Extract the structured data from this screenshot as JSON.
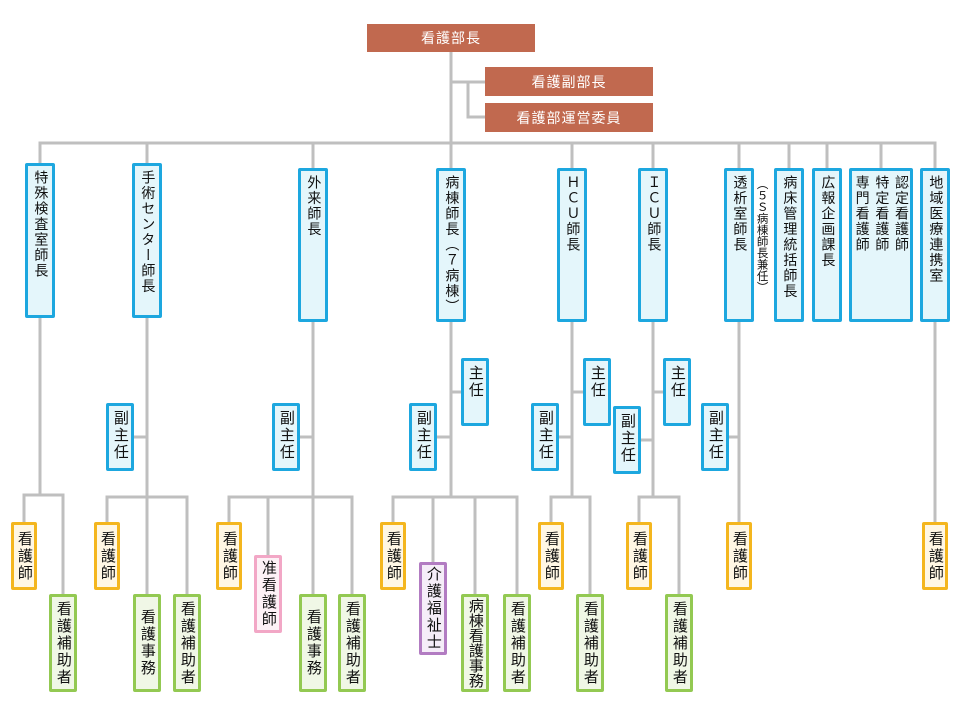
{
  "colors": {
    "executive_fill": "#C1694F",
    "executive_text": "#FFFFFF",
    "manager_border": "#1DA7DF",
    "manager_fill": "#E4F6FB",
    "nurse_border": "#F4B61E",
    "nurse_fill": "#FFF7E4",
    "support_border": "#93C952",
    "support_fill": "#F0F7E6",
    "assistant_nurse_border": "#F2A7C6",
    "assistant_nurse_fill": "#FDF1F6",
    "care_worker_border": "#B27CC2",
    "care_worker_fill": "#F5EDF8",
    "connector": "#BFBFBF"
  },
  "executive": {
    "director": "看護部長",
    "deputy_director": "看護副部長",
    "management_committee": "看護部運営委員"
  },
  "units": [
    {
      "manager": "特殊検査室師長",
      "staff": [
        "看護師",
        "看護補助者"
      ]
    },
    {
      "manager": "手術センター師長",
      "deputy_chief": "副主任",
      "staff": [
        "看護師",
        "看護事務",
        "看護補助者"
      ]
    },
    {
      "manager": "外来師長",
      "deputy_chief": "副主任",
      "staff": [
        "看護師",
        "准看護師",
        "看護事務",
        "看護補助者"
      ]
    },
    {
      "manager": "病棟師長（７病棟）",
      "chief": "主任",
      "deputy_chief": "副主任",
      "staff": [
        "看護師",
        "介護福祉士",
        "病棟看護事務",
        "看護補助者"
      ]
    },
    {
      "manager": "ＨＣＵ師長",
      "chief": "主任",
      "deputy_chief": "副主任",
      "staff": [
        "看護師",
        "看護補助者"
      ]
    },
    {
      "manager": "ＩＣＵ師長",
      "chief": "主任",
      "deputy_chief": "副主任",
      "staff": [
        "看護師",
        "看護補助者"
      ]
    },
    {
      "manager": "透析室師長",
      "manager_note": "（５Ｓ病棟師長兼任）",
      "deputy_chief": "副主任",
      "staff": [
        "看護師"
      ]
    },
    {
      "manager": "病床管理統括師長"
    },
    {
      "manager": "広報企画課長"
    },
    {
      "manager_lines": [
        "認定看護師",
        "特定看護師",
        "専門看護師"
      ]
    },
    {
      "manager": "地域医療連携室",
      "staff": [
        "看護師"
      ]
    }
  ]
}
